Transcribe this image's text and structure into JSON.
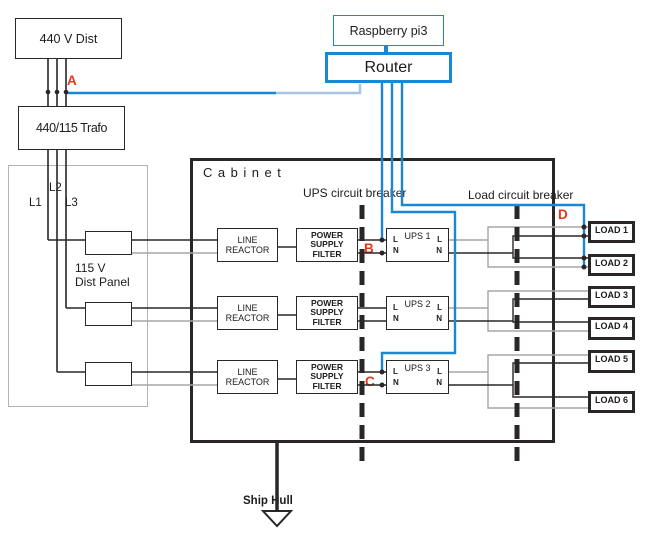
{
  "colors": {
    "blue": "#1b87d3",
    "lightblue": "#a9c3e6",
    "red": "#e5371c",
    "wire": "#2a2627",
    "graywire": "#a6a6a6",
    "panelgray": "#b4b4b4"
  },
  "source": {
    "dist": "440 V Dist",
    "trafo": "440/115 Trafo"
  },
  "network": {
    "raspberry": "Raspberry pi3",
    "router": "Router"
  },
  "panel": {
    "title_line1": "115 V",
    "title_line2": "Dist Panel",
    "l1": "L1",
    "l2": "L2",
    "l3": "L3"
  },
  "cabinet": {
    "title": "Cabinet",
    "ups_breaker": "UPS circuit breaker",
    "load_breaker": "Load circuit breaker",
    "l": "L",
    "n": "N",
    "rows": [
      {
        "reactor": "LINE REACTOR",
        "filter": "POWER SUPPLY FILTER",
        "ups": "UPS 1"
      },
      {
        "reactor": "LINE REACTOR",
        "filter": "POWER SUPPLY FILTER",
        "ups": "UPS 2"
      },
      {
        "reactor": "LINE REACTOR",
        "filter": "POWER SUPPLY FILTER",
        "ups": "UPS 3"
      }
    ]
  },
  "points": {
    "a": "A",
    "b": "B",
    "c": "C",
    "d": "D"
  },
  "loads": [
    "LOAD 1",
    "LOAD 2",
    "LOAD 3",
    "LOAD 4",
    "LOAD 5",
    "LOAD 6"
  ],
  "ground": {
    "label": "Ship Hull"
  }
}
